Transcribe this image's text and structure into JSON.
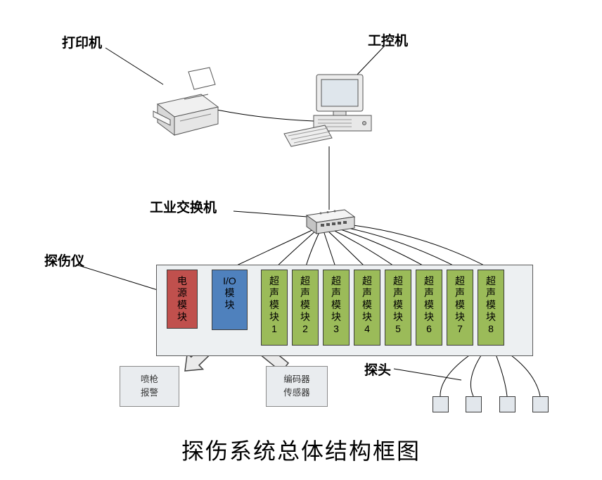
{
  "labels": {
    "printer": "打印机",
    "computer": "工控机",
    "switch": "工业交换机",
    "detector": "探伤仪",
    "probe": "探头"
  },
  "title": "探伤系统总体结构框图",
  "colors": {
    "power_module": "#c0504d",
    "io_module": "#4f81bd",
    "ultrasonic_module": "#9bbb59",
    "enclosure": "#edf0f2",
    "peripheral_box": "#e9ecef"
  },
  "modules": {
    "power": "电\n源\n模\n块",
    "io": "I/O\n模\n块",
    "ultrasonic": [
      "超\n声\n模\n块\n1",
      "超\n声\n模\n块\n2",
      "超\n声\n模\n块\n3",
      "超\n声\n模\n块\n4",
      "超\n声\n模\n块\n5",
      "超\n声\n模\n块\n6",
      "超\n声\n模\n块\n7",
      "超\n声\n模\n块\n8"
    ]
  },
  "peripherals": {
    "spray_alarm": "喷枪\n报警",
    "encoder": "编码器\n传感器"
  }
}
